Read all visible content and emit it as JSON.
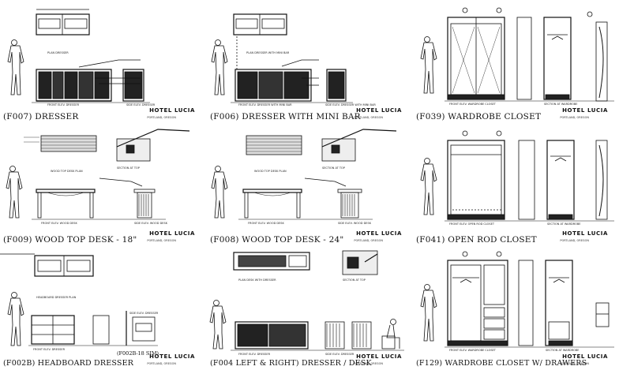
{
  "sheet_title": "",
  "hotel_label": "HOTEL LUCIA",
  "hotel_sub": "PORTLAND, OREGON",
  "panels": [
    {
      "caption": "(F007) DRESSER",
      "notes": [
        "PLAN DRESSER",
        "FRONT ELEV. DRESSER",
        "SIDE ELEV. DRESSER"
      ]
    },
    {
      "caption": "(F006) DRESSER WITH MINI BAR",
      "notes": [
        "PLAN DRESSER WITH MINI BAR",
        "FRONT ELEV. DRESSER WITH MINI BAR",
        "SIDE ELEV. DRESSER WITH MINI BAR"
      ]
    },
    {
      "caption": "(F039) WARDROBE CLOSET",
      "notes": [
        "FRONT ELEV. WARDROBE CLOSET",
        "SECTION AT WARDROBE"
      ]
    },
    {
      "caption": "(F009) WOOD TOP DESK - 18\"",
      "notes": [
        "WOOD TOP DESK PLAN",
        "FRONT ELEV. WOOD DESK",
        "SIDE ELEV. WOOD DESK",
        "SECTION AT TOP"
      ]
    },
    {
      "caption": "(F008) WOOD TOP DESK - 24\"",
      "notes": [
        "WOOD TOP DESK PLAN",
        "FRONT ELEV. WOOD DESK",
        "SIDE ELEV. WOOD DESK",
        "SECTION AT TOP"
      ]
    },
    {
      "caption": "(F041) OPEN ROD CLOSET",
      "notes": [
        "FRONT ELEV. OPEN ROD CLOSET",
        "SECTION AT WARDROBE"
      ]
    },
    {
      "caption": "(F002B) HEADBOARD DRESSER",
      "notes": [
        "HEADBOARD DRESSER PLAN",
        "FRONT ELEV. DRESSER",
        "SIDE ELEV. DRESSER"
      ],
      "extra": "(F002B-18 SIM)"
    },
    {
      "caption": "(F004 LEFT & RIGHT) DRESSER / DESK",
      "notes": [
        "PLAN DESK WITH DRESSER",
        "FRONT ELEV. DRESSER",
        "SIDE ELEV. DRESSER",
        "SECTION AT TOP"
      ]
    },
    {
      "caption": "(F129) WARDROBE CLOSET W/ DRAWERS",
      "notes": [
        "FRONT ELEV. WARDROBE CLOSET",
        "SECTION AT WARDROBE"
      ]
    }
  ],
  "colors": {
    "ink": "#111111",
    "paper": "#ffffff"
  }
}
